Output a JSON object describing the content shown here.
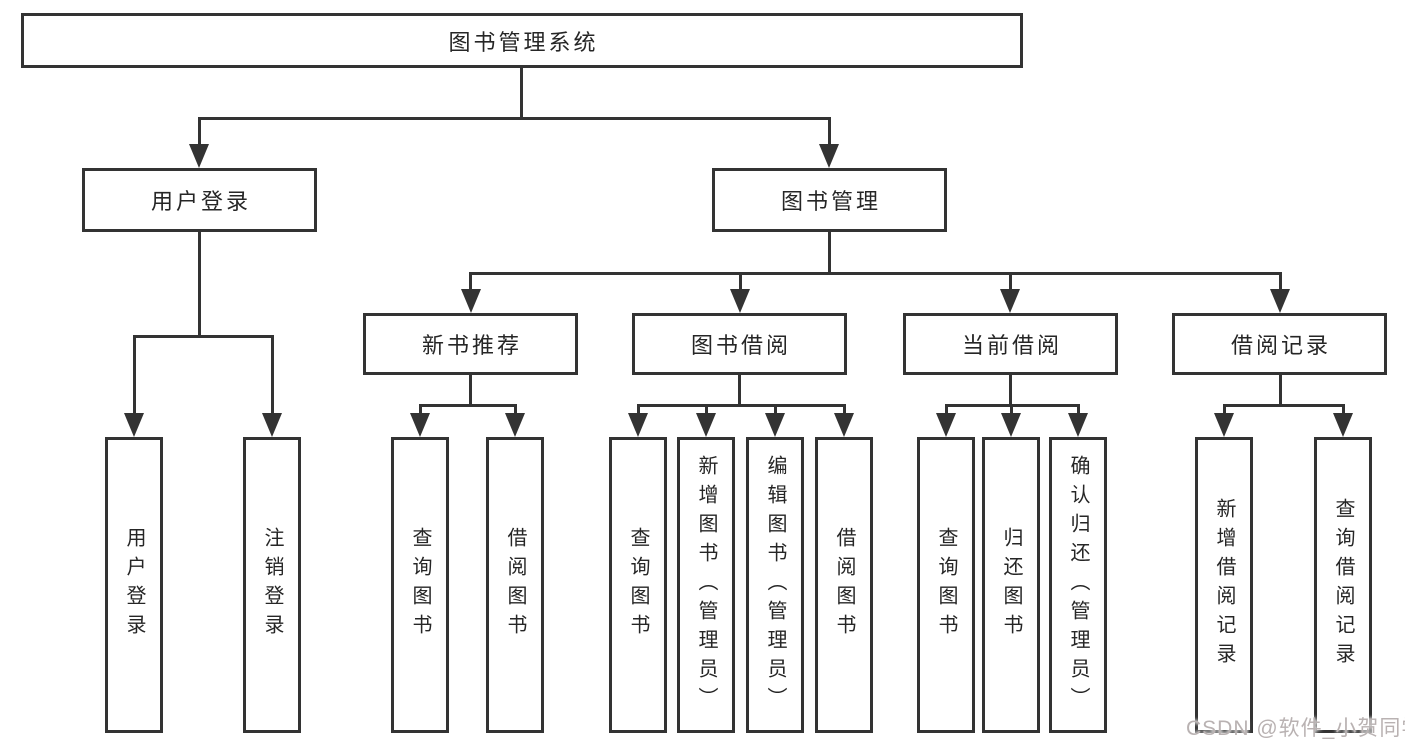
{
  "diagram": {
    "root": {
      "label": "图书管理系统"
    },
    "branches": [
      {
        "label": "用户登录",
        "children": [
          {
            "label": "用户登录"
          },
          {
            "label": "注销登录"
          }
        ]
      },
      {
        "label": "图书管理",
        "children": [
          {
            "label": "新书推荐",
            "children": [
              {
                "label": "查询图书"
              },
              {
                "label": "借阅图书"
              }
            ]
          },
          {
            "label": "图书借阅",
            "children": [
              {
                "label": "查询图书"
              },
              {
                "label": "新增图书（管理员）"
              },
              {
                "label": "编辑图书（管理员）"
              },
              {
                "label": "借阅图书"
              }
            ]
          },
          {
            "label": "当前借阅",
            "children": [
              {
                "label": "查询图书"
              },
              {
                "label": "归还图书"
              },
              {
                "label": "确认归还（管理员）"
              }
            ]
          },
          {
            "label": "借阅记录",
            "children": [
              {
                "label": "新增借阅记录"
              },
              {
                "label": "查询借阅记录"
              }
            ]
          }
        ]
      }
    ],
    "watermark": "CSDN @软件_小贺同学",
    "colors": {
      "line": "#333333",
      "text": "#262626",
      "watermark": "#b9b2b2",
      "background": "#ffffff"
    }
  }
}
